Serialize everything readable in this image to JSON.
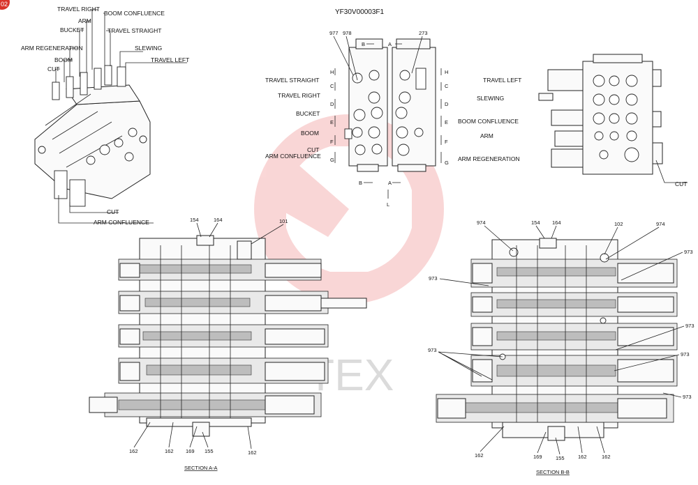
{
  "corner_badge": "02",
  "drawing_code": "YF30V00003F1",
  "iso_labels": {
    "travel_right": "TRAVEL RIGHT",
    "boom_confluence": "BOOM CONFLUENCE",
    "arm": "ARM",
    "travel_straight": "TRAVEL STRAIGHT",
    "bucket": "BUCKET",
    "arm_regeneration": "ARM REGENERATION",
    "slewing": "SLEWING",
    "boom": "BOOM",
    "travel_left": "TRAVEL LEFT",
    "cut_top": "CUT",
    "cut_bottom": "CUT",
    "arm_confluence": "ARM CONFLUENCE"
  },
  "front_view": {
    "refs": [
      "977",
      "978",
      "273"
    ],
    "section_markers": {
      "b": "B",
      "a": "A",
      "l": "L"
    },
    "left_letters": [
      "H",
      "C",
      "D",
      "E",
      "F",
      "G"
    ],
    "right_letters": [
      "H",
      "C",
      "D",
      "E",
      "F",
      "G"
    ],
    "labels": {
      "travel_straight": "TRAVEL STRAIGHT",
      "travel_right": "TRAVEL RIGHT",
      "bucket": "BUCKET",
      "boom": "BOOM",
      "cut": "CUT",
      "arm_confluence": "ARM CONFLUENCE"
    }
  },
  "side_view": {
    "labels": {
      "travel_left": "TRAVEL LEFT",
      "slewing": "SLEWING",
      "boom_confluence": "BOOM CONFLUENCE",
      "arm": "ARM",
      "arm_regeneration": "ARM REGENERATION",
      "cut": "CUT"
    }
  },
  "section_aa": {
    "title": "SECTION  A-A",
    "top_refs": [
      "154",
      "164",
      "101"
    ],
    "bottom_refs": [
      "162",
      "162",
      "169",
      "155",
      "162"
    ]
  },
  "section_bb": {
    "title": "SECTION  B-B",
    "top_refs": [
      "974",
      "154",
      "164",
      "102",
      "974"
    ],
    "right_refs": [
      "973",
      "973",
      "973",
      "973"
    ],
    "left_refs": [
      "973",
      "973"
    ],
    "bottom_refs": [
      "162",
      "169",
      "155",
      "162",
      "162"
    ]
  },
  "watermark": "TEX",
  "colors": {
    "watermark": "#e84a4a",
    "badge": "#d9342b",
    "ink": "#222222"
  }
}
